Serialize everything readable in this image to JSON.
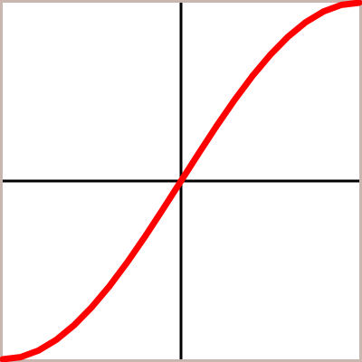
{
  "chart_data": {
    "type": "line",
    "title": "",
    "xlabel": "",
    "ylabel": "",
    "xlim": [
      -1,
      1
    ],
    "ylim": [
      -1,
      1
    ],
    "grid": false,
    "legend": "none",
    "axes_through_origin": true,
    "series": [
      {
        "color": "#ff0000",
        "x": [
          -1,
          -0.9,
          -0.8,
          -0.7,
          -0.6,
          -0.5,
          -0.4,
          -0.3,
          -0.2,
          -0.1,
          0,
          0.1,
          0.2,
          0.3,
          0.4,
          0.5,
          0.6,
          0.7,
          0.8,
          0.9,
          1
        ],
        "y": [
          -1,
          -0.988,
          -0.951,
          -0.891,
          -0.809,
          -0.707,
          -0.588,
          -0.454,
          -0.309,
          -0.156,
          0,
          0.156,
          0.309,
          0.454,
          0.588,
          0.707,
          0.809,
          0.891,
          0.951,
          0.988,
          1
        ]
      }
    ]
  },
  "colors": {
    "frame": "#c9b6b1",
    "axes": "#000000",
    "curve": "#ff0000",
    "background": "#ffffff"
  }
}
